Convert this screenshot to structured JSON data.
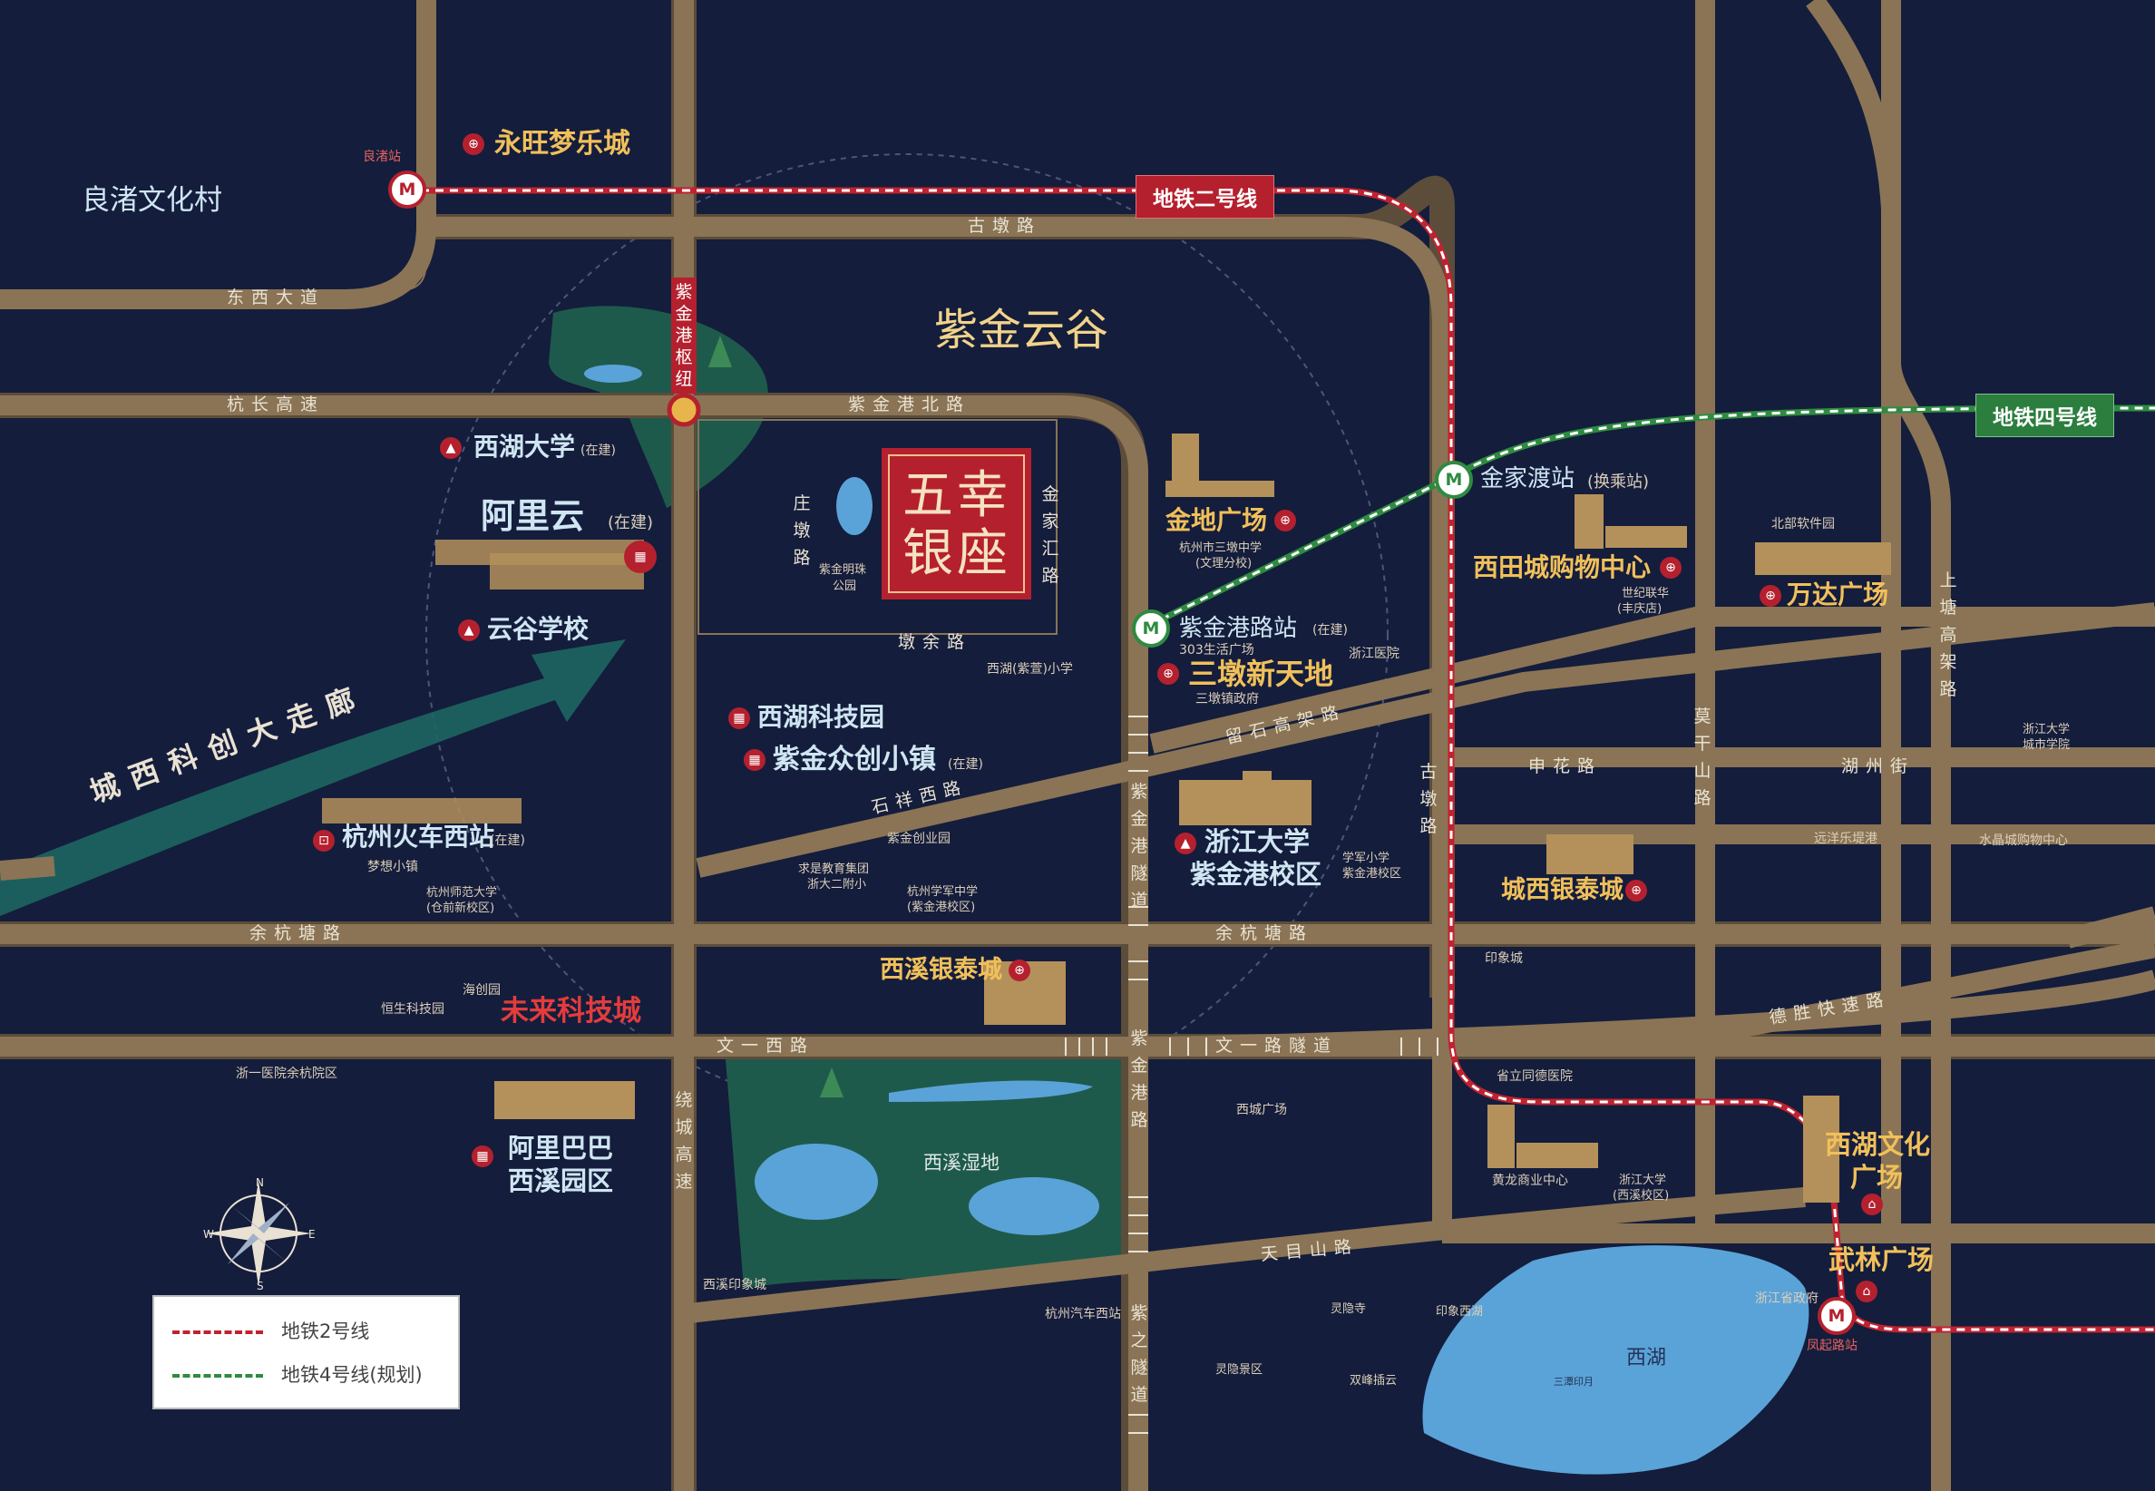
{
  "title": {
    "project": "五幸银座",
    "district": "紫金云谷",
    "hub": "紫金港枢纽"
  },
  "colors": {
    "background": "#141d3c",
    "road": "#8a7455",
    "road_edge": "#5c4d3a",
    "metro2": "#c0222f",
    "metro4": "#2e8b40",
    "water": "#5aa3d8",
    "green": "#1e5a4c",
    "gold": "#f1c05a",
    "accent_red": "#b5202e"
  },
  "metro": {
    "line2": "地铁二号线",
    "line4": "地铁四号线",
    "stations": {
      "liangzhu": "良渚站",
      "jinjiadu": "金家渡站",
      "jinjiadu_note": "(换乘站)",
      "zijingang": "紫金港路站",
      "zijingang_note": "(在建)",
      "fengqi": "凤起路站"
    }
  },
  "roads": {
    "gudun": "古墩路",
    "dongxi": "东西大道",
    "hangchang": "杭长高速",
    "zijingang_north": "紫金港北路",
    "zhuangdun": "庄墩路",
    "jinjiahui": "金家汇路",
    "dunyu": "墩余路",
    "liushi": "留石高架路",
    "shixiang_west": "石祥西路",
    "zijingang_tunnel": "紫金港隧道",
    "yuhangtang": "余杭塘路",
    "wenyi_west": "文一西路",
    "wenyi_tunnel": "文一路隧道",
    "raocheng": "绕城高速",
    "zijingang_road": "紫金港路",
    "zizhi_tunnel": "紫之隧道",
    "tianmushan": "天目山路",
    "gudun_v": "古墩路",
    "shenhua": "申花路",
    "husjie": "湖州街",
    "mogan": "莫干山路",
    "shangtang": "上塘高架路",
    "desheng": "德胜快速路"
  },
  "places": {
    "liangzhu_village": "良渚文化村",
    "yongwang": "永旺梦乐城",
    "xihu_uni": "西湖大学",
    "xihu_uni_note": "(在建)",
    "aliyun": "阿里云",
    "aliyun_note": "(在建)",
    "yungu_school": "云谷学校",
    "corridor": "城西科创大走廊",
    "hangzhou_west": "杭州火车西站",
    "hangzhou_west_note": "(在建)",
    "mengxiang": "梦想小镇",
    "hznu": "杭州师范大学",
    "hznu_note": "(仓前新校区)",
    "xihu_tech": "西湖科技园",
    "zijin_town": "紫金众创小镇",
    "zijin_town_note": "(在建)",
    "jindi": "金地广场",
    "sandun_school": "杭州市三墩中学",
    "sandun_school_note": "(文理分校)",
    "sandun_new": "三墩新天地",
    "life_plaza": "303生活广场",
    "zj_hospital": "浙江医院",
    "sandun_gov": "三墩镇政府",
    "xihu_primary": "西湖(紫萱)小学",
    "zijin_pearl": "紫金明珠",
    "zijin_pearl_2": "公园",
    "zju": "浙江大学",
    "zju_campus": "紫金港校区",
    "xuejun_primary": "学军小学",
    "xuejun_primary_2": "紫金港校区",
    "zijin_startup": "紫金创业园",
    "qiushi": "求是教育集团",
    "qiushi_2": "浙大二附小",
    "xuejun_middle": "杭州学军中学",
    "xuejun_middle_2": "(紫金港校区)",
    "xixi_yintai": "西溪银泰城",
    "haichuang": "海创园",
    "hengsheng": "恒生科技园",
    "future_city": "未来科技城",
    "zheyi": "浙一医院余杭院区",
    "alibaba": "阿里巴巴",
    "alibaba_2": "西溪园区",
    "xixi_wetland": "西溪湿地",
    "xixi_yinxiang": "西溪印象城",
    "bus_station": "杭州汽车西站",
    "xicheng_plaza": "西城广场",
    "tongde": "省立同德医院",
    "huanglong": "黄龙商业中心",
    "zju_xixi": "浙江大学",
    "zju_xixi_2": "(西溪校区)",
    "xitian": "西田城购物中心",
    "century": "世纪联华",
    "century_2": "(丰庆店)",
    "beibu": "北部软件园",
    "wanda": "万达广场",
    "zust": "浙江大学",
    "zust_2": "城市学院",
    "chengxi_yintai": "城西银泰城",
    "yuanyang": "远洋乐堤港",
    "shuijing": "水晶城购物中心",
    "yinxiang_city": "印象城",
    "xihu_culture": "西湖文化",
    "xihu_culture_2": "广场",
    "wulin": "武林广场",
    "province_gov": "浙江省政府",
    "west_lake": "西湖",
    "santan": "三潭印月",
    "lingyin": "灵隐寺",
    "yinxiang_xihu": "印象西湖",
    "lingyin_area": "灵隐景区",
    "shuangfeng": "双峰插云"
  },
  "compass": {
    "n": "N",
    "s": "S",
    "e": "E",
    "w": "W"
  },
  "legend": {
    "line2": "地铁2号线",
    "line4": "地铁4号线(规划)"
  }
}
